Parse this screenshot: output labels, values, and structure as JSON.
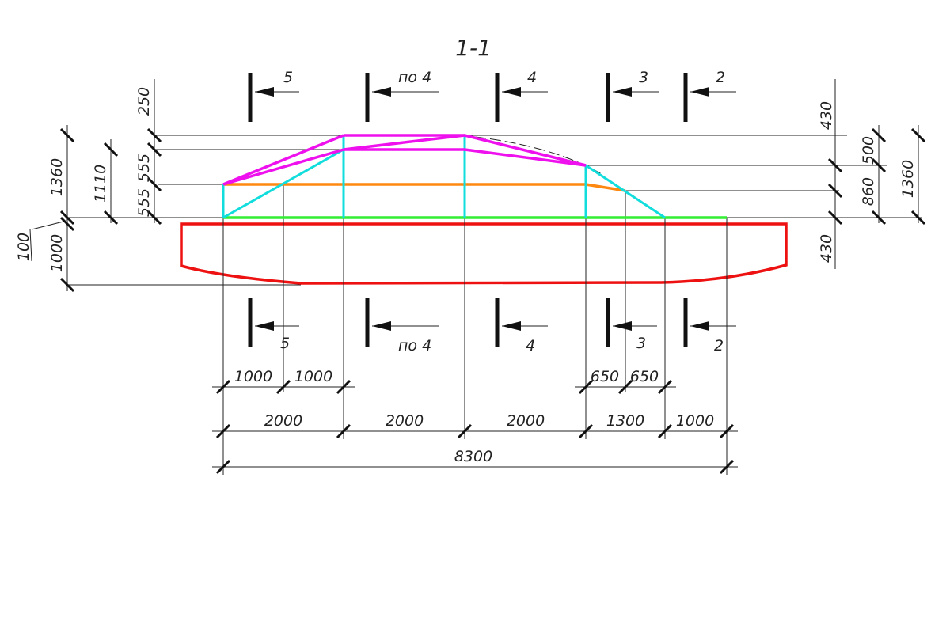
{
  "title": "1-1",
  "colors": {
    "hull": "#ee1111",
    "truss_top": "#ee11ee",
    "diagonal": "#11dddd",
    "middle_chord": "#ff8811",
    "bottom_chord": "#33ee33",
    "line": "#222222"
  },
  "section_marks_top": [
    "5",
    "по 4",
    "4",
    "3",
    "2"
  ],
  "section_marks_bottom": [
    "5",
    "по 4",
    "4",
    "3",
    "2"
  ],
  "left_dims": {
    "outer": [
      "1360",
      "1000"
    ],
    "middle": [
      "1110"
    ],
    "inner": [
      "250",
      "555",
      "555"
    ],
    "leader": "100"
  },
  "right_dims": {
    "inner": [
      "430",
      "430"
    ],
    "middle": [
      "500",
      "860"
    ],
    "outer": [
      "1360"
    ]
  },
  "bottom_dims": {
    "row1_left": [
      "1000",
      "1000"
    ],
    "row1_right": [
      "650",
      "650"
    ],
    "row2": [
      "2000",
      "2000",
      "2000",
      "1300",
      "1000"
    ],
    "total": "8300"
  }
}
